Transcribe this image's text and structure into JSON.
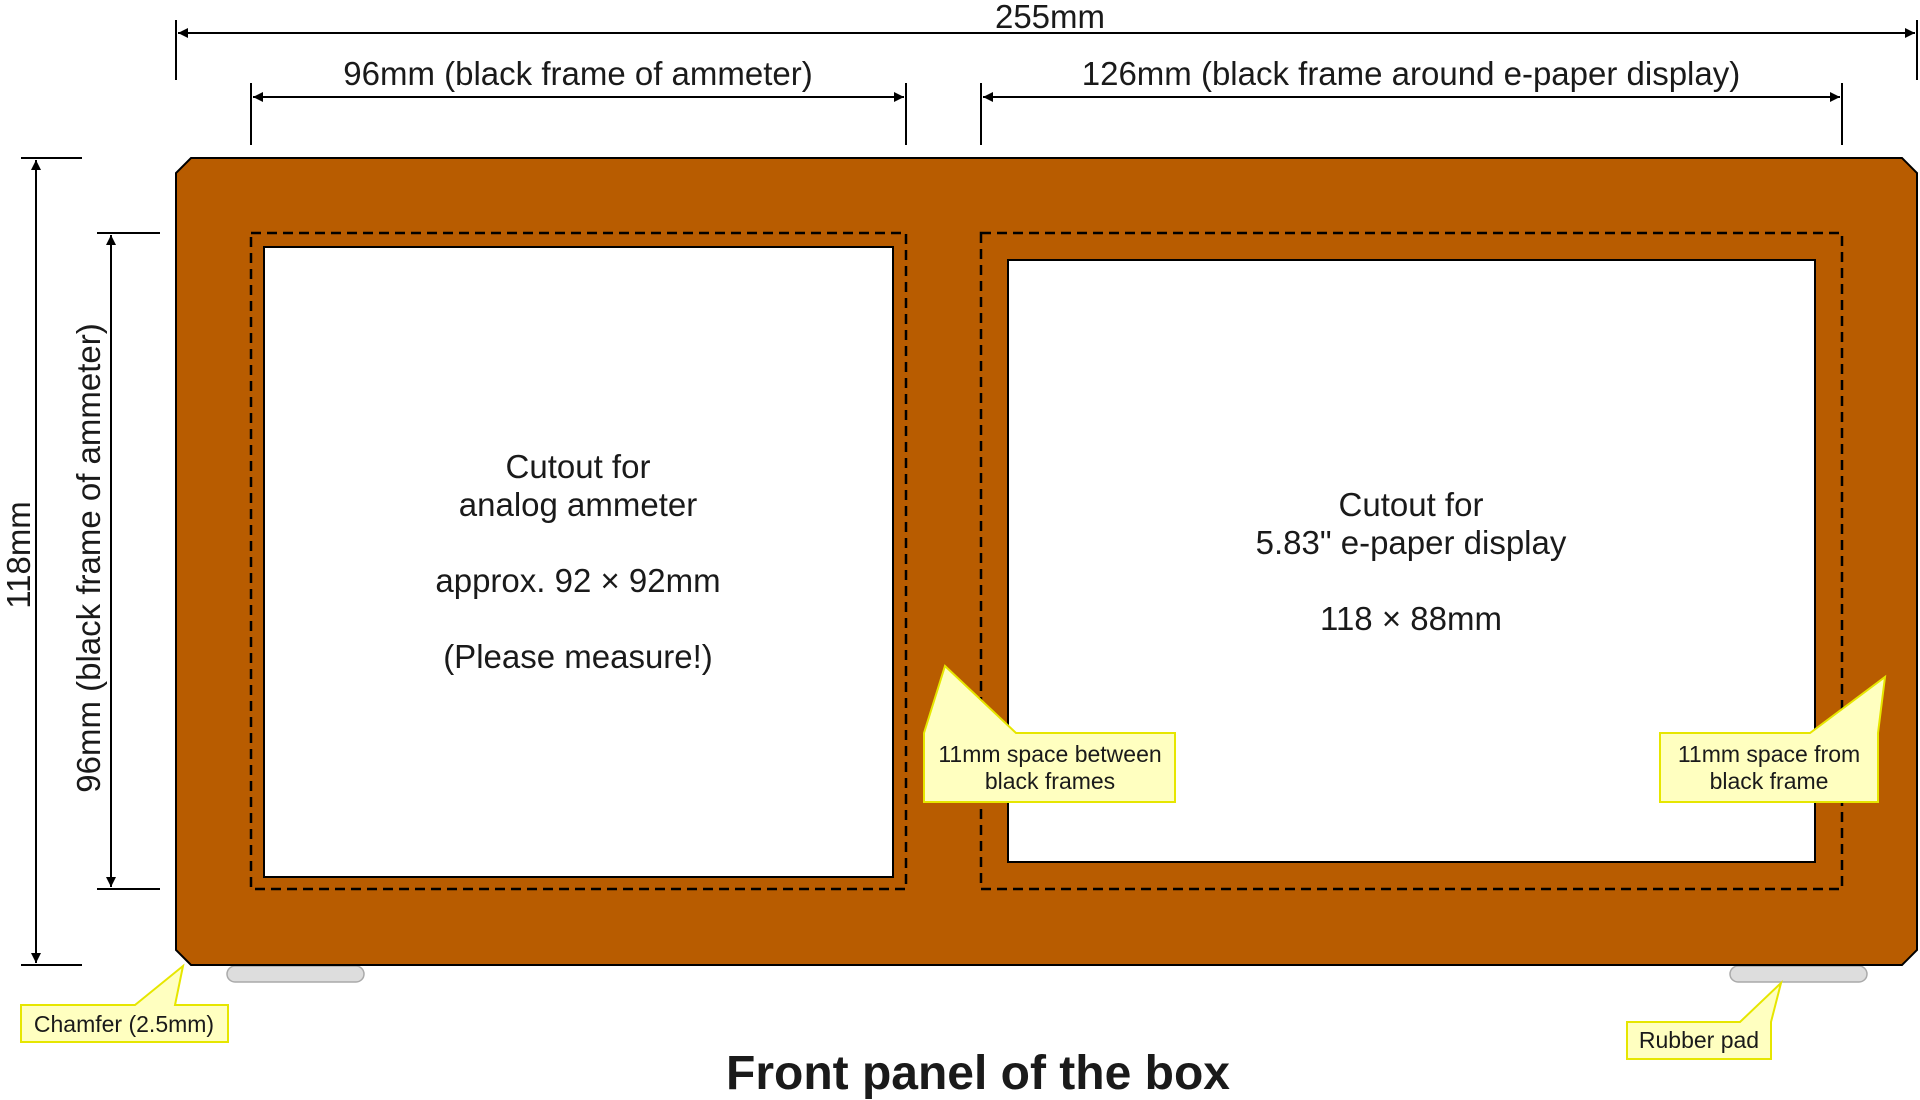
{
  "dimensions": {
    "overall_width": "255mm",
    "ammeter_frame_width": "96mm (black frame of ammeter)",
    "display_frame_width": "126mm (black frame around e-paper display)",
    "overall_height": "118mm",
    "ammeter_frame_height": "96mm (black frame of ammeter)"
  },
  "cutouts": {
    "ammeter": {
      "line1": "Cutout for",
      "line2": "analog ammeter",
      "line3": "approx. 92 × 92mm",
      "line4": "(Please measure!)"
    },
    "display": {
      "line1": "Cutout for",
      "line2": "5.83\" e-paper display",
      "line3": "118 × 88mm"
    }
  },
  "callouts": {
    "space_between": {
      "line1": "11mm space between",
      "line2": "black frames"
    },
    "space_from": {
      "line1": "11mm space from",
      "line2": "black frame"
    },
    "chamfer": "Chamfer (2.5mm)",
    "rubber_pad": "Rubber pad"
  },
  "title": "Front panel of the box",
  "colors": {
    "panel": "#B85C00",
    "outline": "#000000",
    "cutout": "#FFFFFF",
    "callout_fill": "#FFFFC0",
    "callout_border": "#E6E600",
    "rubber_pad": "#DDDDDD"
  }
}
